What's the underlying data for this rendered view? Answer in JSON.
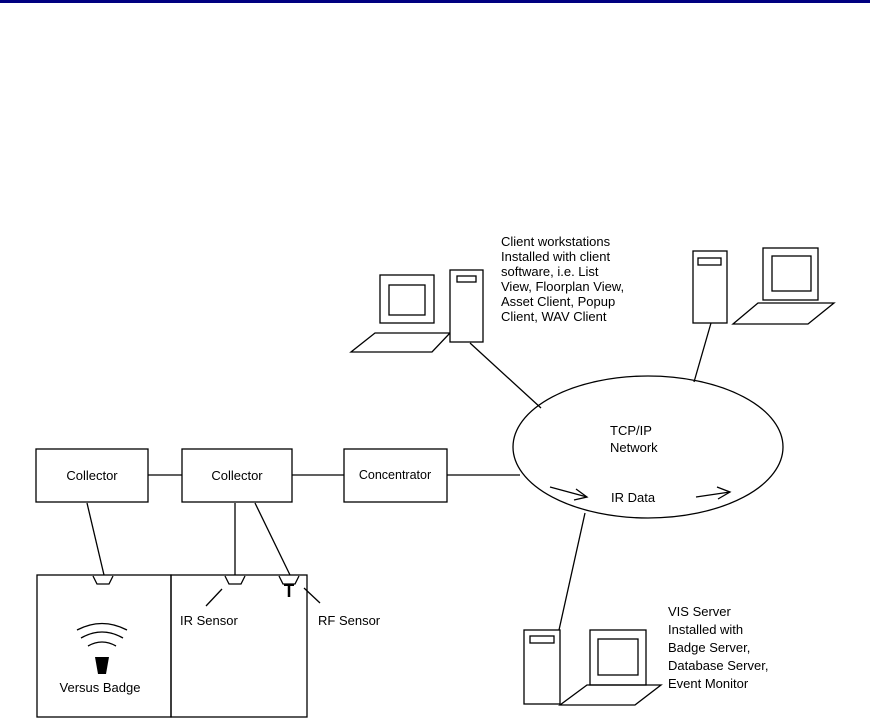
{
  "header": {
    "bar_color": "#000080"
  },
  "nodes": {
    "collector1": "Collector",
    "collector2": "Collector",
    "concentrator": "Concentrator",
    "network_line1": "TCP/IP",
    "network_line2": "Network",
    "ir_data": "IR Data"
  },
  "labels": {
    "ir_sensor": "IR Sensor",
    "rf_sensor": "RF Sensor",
    "versus_badge": "Versus Badge"
  },
  "client_note": [
    "Client workstations",
    "Installed with client",
    "software, i.e. List",
    "View, Floorplan View,",
    "Asset Client, Popup",
    "Client, WAV Client"
  ],
  "server_note": [
    "VIS Server",
    "Installed with",
    "Badge Server,",
    "Database Server,",
    "Event Monitor"
  ],
  "icons": [
    "workstation-icon",
    "tower-pc-icon",
    "monitor-icon",
    "ir-sensor-icon",
    "rf-sensor-icon",
    "badge-icon",
    "signal-waves-icon",
    "arrow-icon"
  ]
}
